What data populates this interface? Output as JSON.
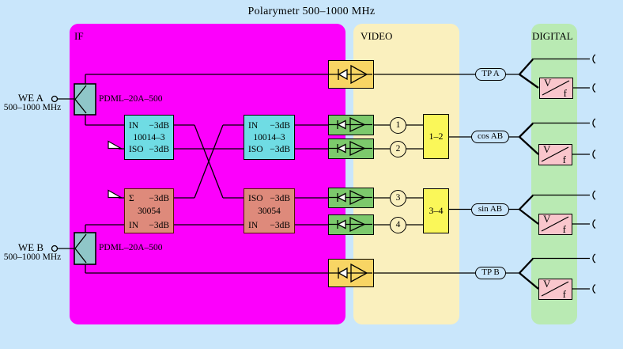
{
  "title": "Polarymetr 500–1000 MHz",
  "sections": {
    "if": "IF",
    "video": "VIDEO",
    "digital": "DIGITAL"
  },
  "inputs": [
    {
      "label": "WE A",
      "freq": "500–1000 MHz"
    },
    {
      "label": "WE B",
      "freq": "500–1000 MHz"
    }
  ],
  "splitter": {
    "model": "PDML–20A–500"
  },
  "hybrids": [
    {
      "model": "10014–3",
      "top_port": "IN",
      "top_att": "−3dB",
      "bottom_port": "ISO",
      "bottom_att": "−3dB"
    },
    {
      "model": "30054",
      "top_port": "Σ",
      "top_att": "−3dB",
      "bottom_port": "IN",
      "bottom_att": "−3dB"
    },
    {
      "model": "10014–3",
      "top_port": "IN",
      "top_att": "−3dB",
      "bottom_port": "ISO",
      "bottom_att": "−3dB"
    },
    {
      "model": "30054",
      "top_port": "ISO",
      "top_att": "−3dB",
      "bottom_port": "IN",
      "bottom_att": "−3dB"
    }
  ],
  "channels": [
    "1",
    "2",
    "3",
    "4"
  ],
  "combiners": [
    "1–2",
    "3–4"
  ],
  "outputs": [
    "TP A",
    "cos AB",
    "sin AB",
    "TP B"
  ],
  "vf_converter": {
    "top": "V",
    "bottom": "f"
  },
  "colors": {
    "background": "#C9E6FB",
    "if_panel": "#FC00FC",
    "video_panel": "#FAF0BE",
    "digital_panel": "#B9EAB3",
    "hybrid_10014": "#6FDCE4",
    "hybrid_30054": "#DE8A7B",
    "detector_video": "#7CC96C",
    "detector_tp": "#F8D564",
    "combiner": "#FAF759",
    "vf_box": "#F9C6CC",
    "splitter": "#8FC6C8",
    "line": "#000000"
  }
}
